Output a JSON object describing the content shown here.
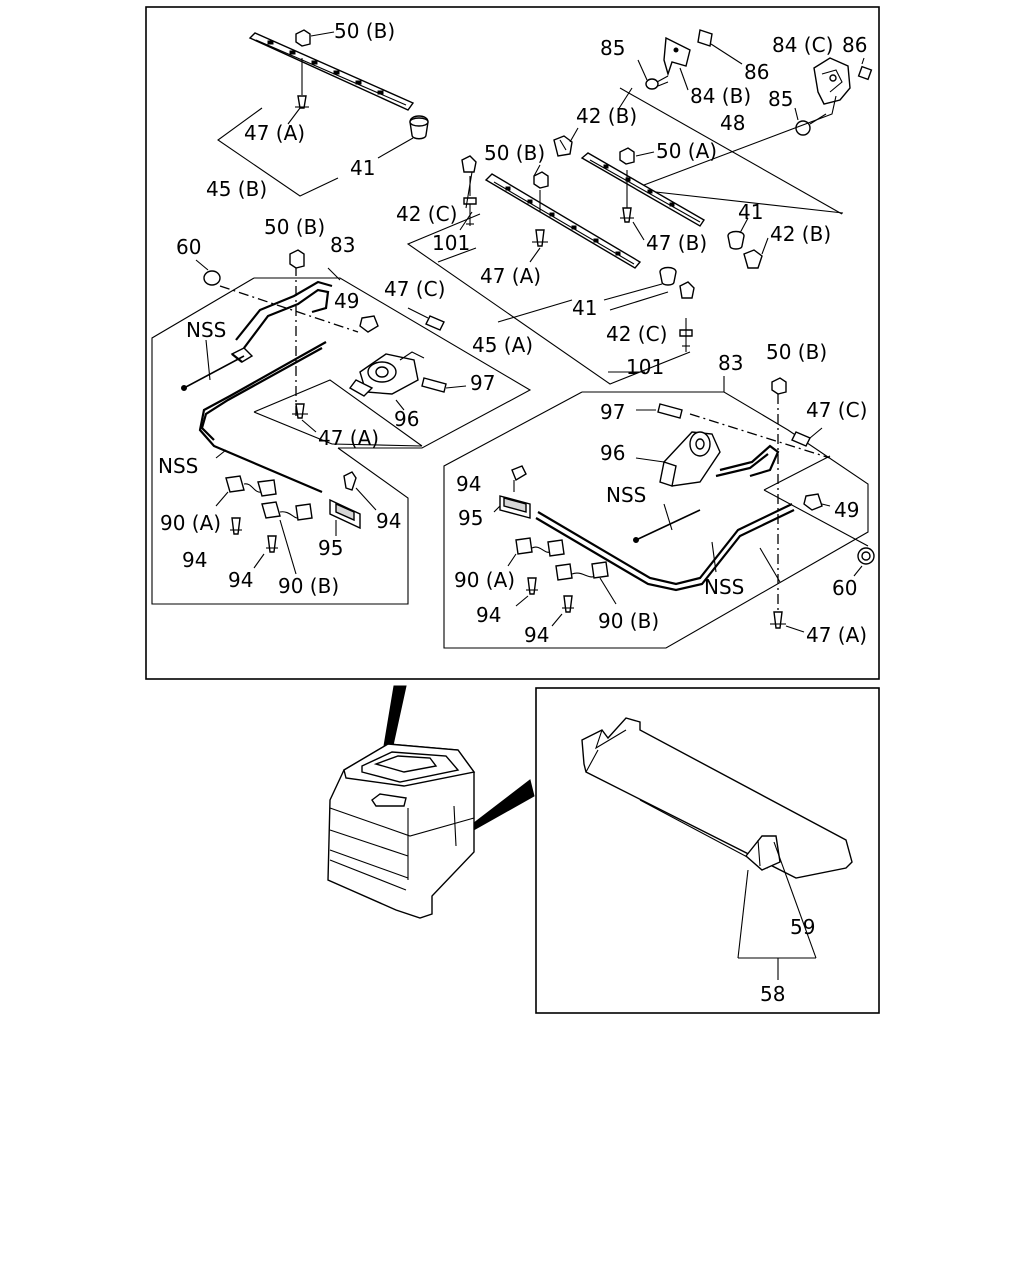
{
  "labels": {
    "p50B_1": "50 (B)",
    "p47A_1": "47 (A)",
    "p41_1": "41",
    "p45B": "45 (B)",
    "p85_1": "85",
    "p86_1": "86",
    "p84C": "84 (C)",
    "p86_2": "86",
    "p84B": "84 (B)",
    "p85_2": "85",
    "p42B_1": "42 (B)",
    "p48": "48",
    "p50B_2": "50 (B)",
    "p50A": "50 (A)",
    "p41_2": "41",
    "p42B_2": "42 (B)",
    "p47B": "47 (B)",
    "p42C_1": "42 (C)",
    "p101_1": "101",
    "p47A_2": "47 (A)",
    "p41_3": "41",
    "p45A": "45 (A)",
    "p42C_2": "42 (C)",
    "p101_2": "101",
    "p60_1": "60",
    "p50B_3": "50 (B)",
    "p83_1": "83",
    "p47C_1": "47 (C)",
    "p49_1": "49",
    "pNSS_1": "NSS",
    "p97_1": "97",
    "p96_1": "96",
    "p47A_3": "47 (A)",
    "pNSS_2": "NSS",
    "p90A_1": "90 (A)",
    "p94_1": "94",
    "p95_1": "95",
    "p94_2": "94",
    "p94_3": "94",
    "p90B_1": "90 (B)",
    "p83_2": "83",
    "p50B_4": "50 (B)",
    "p97_2": "97",
    "p47C_2": "47 (C)",
    "p96_2": "96",
    "p94_4": "94",
    "pNSS_3": "NSS",
    "p49_2": "49",
    "p95_2": "95",
    "p90A_2": "90 (A)",
    "pNSS_4": "NSS",
    "p60_2": "60",
    "p94_5": "94",
    "p90B_2": "90 (B)",
    "p94_6": "94",
    "p47A_4": "47 (A)",
    "p59": "59",
    "p58": "58"
  }
}
